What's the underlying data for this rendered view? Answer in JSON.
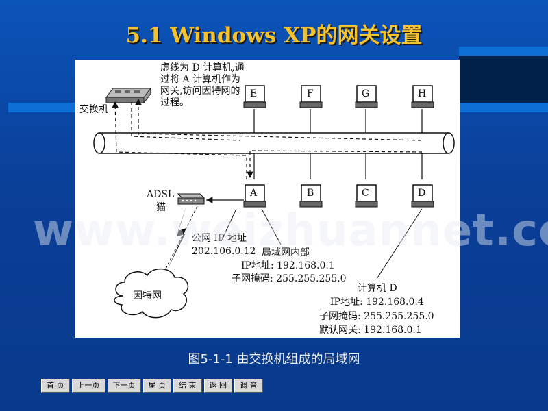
{
  "title": "5.1  Windows XP的网关设置",
  "figure": {
    "switch_label": "交换机",
    "note": "虚线为 D 计算机,通过将 A 计算机作为网关,访问因特网的过程。",
    "computers_top": [
      "E",
      "F",
      "G",
      "H"
    ],
    "computers_bottom": [
      "A",
      "B",
      "C",
      "D"
    ],
    "modem_label_1": "ADSL",
    "modem_label_2": "猫",
    "public_ip_label": "公网 IP 地址",
    "public_ip": "202.106.0.12",
    "lan_title": "局域网内部",
    "lan_ip": "IP地址: 192.168.0.1",
    "lan_mask": "子网掩码: 255.255.255.0",
    "pc_d_title": "计算机 D",
    "pc_d_ip": "IP地址: 192.168.0.4",
    "pc_d_mask": "子网掩码:  255.255.255.0",
    "pc_d_gateway": "默认网关: 192.168.0.1",
    "cloud_label": "因特网"
  },
  "caption": "图5-1-1  由交换机组成的局域网",
  "watermark": "www.weizhuannet.com",
  "nav": [
    "首 页",
    "上一页",
    "下一页",
    "尾 页",
    "结 束",
    "返 回",
    "调 音"
  ]
}
